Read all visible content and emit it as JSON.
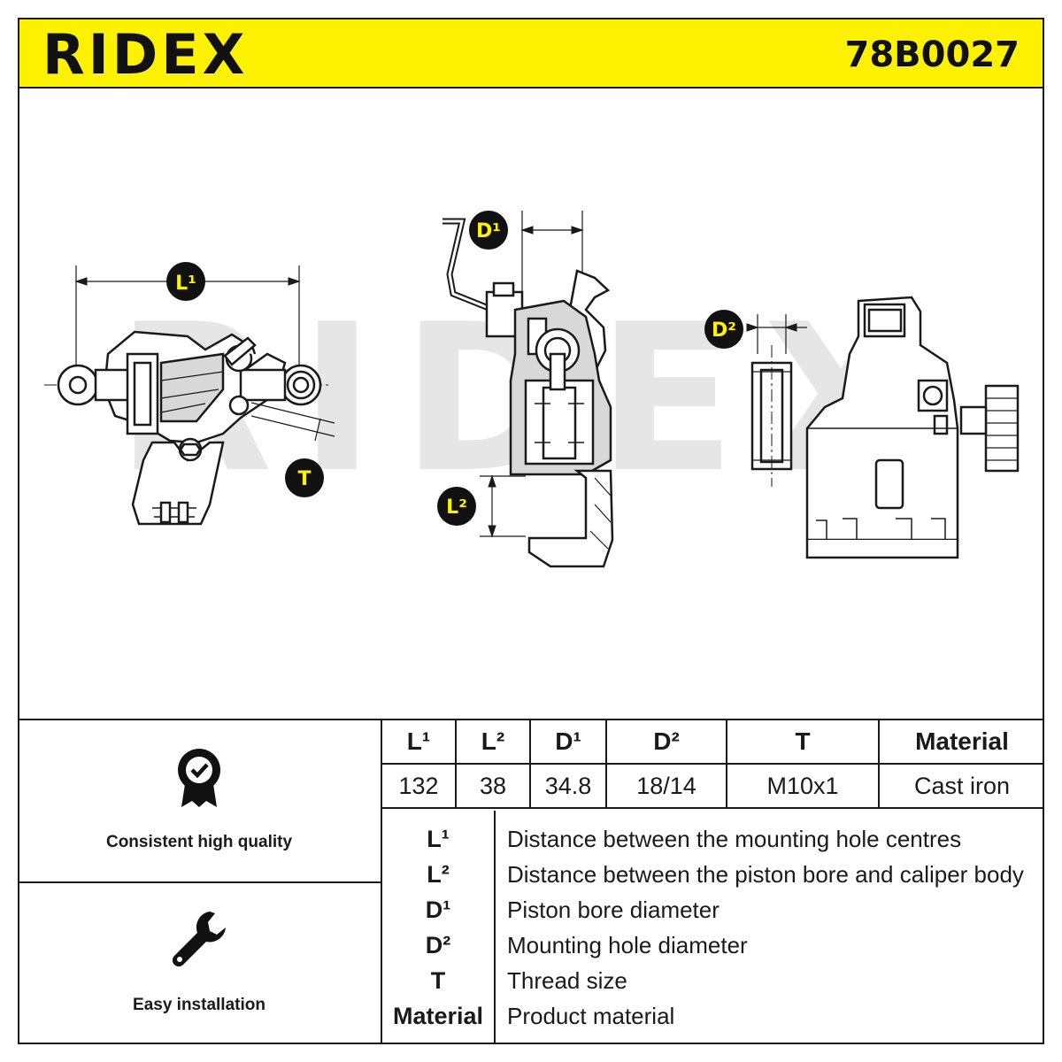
{
  "header": {
    "brand": "RIDEX",
    "part_number": "78B0027",
    "brand_color": "#fff200"
  },
  "diagram": {
    "watermark": "RIDEX",
    "labels": {
      "L1": "L¹",
      "L2": "L²",
      "D1": "D¹",
      "D2": "D²",
      "T": "T"
    }
  },
  "features": [
    {
      "icon": "quality-badge-icon",
      "label": "Consistent high quality"
    },
    {
      "icon": "wrench-icon",
      "label": "Easy installation"
    }
  ],
  "spec_table": {
    "headers": [
      "L¹",
      "L²",
      "D¹",
      "D²",
      "T",
      "Material"
    ],
    "values": [
      "132",
      "38",
      "34.8",
      "18/14",
      "M10x1",
      "Cast iron"
    ]
  },
  "legend": [
    {
      "key": "L¹",
      "desc": "Distance between the mounting hole centres"
    },
    {
      "key": "L²",
      "desc": "Distance between the piston bore and caliper body"
    },
    {
      "key": "D¹",
      "desc": "Piston bore diameter"
    },
    {
      "key": "D²",
      "desc": "Mounting hole diameter"
    },
    {
      "key": "T",
      "desc": "Thread size"
    },
    {
      "key": "Material",
      "desc": "Product material"
    }
  ]
}
